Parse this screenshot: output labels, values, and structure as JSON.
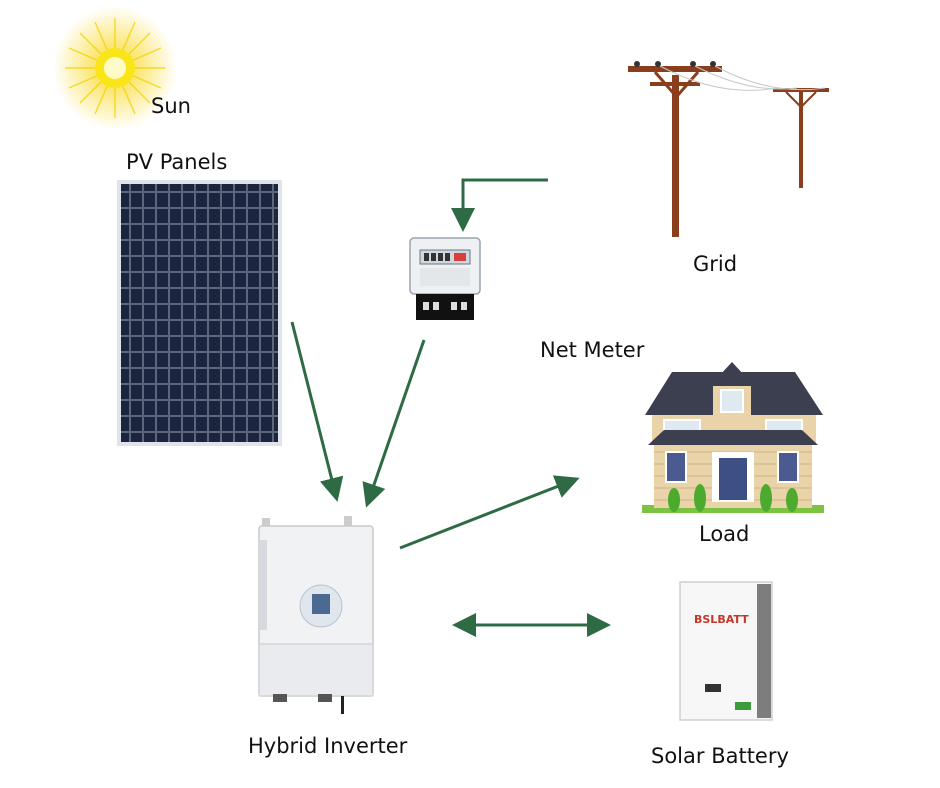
{
  "labels": {
    "sun": "Sun",
    "pv_panels": "PV Panels",
    "grid": "Grid",
    "net_meter": "Net Meter",
    "load": "Load",
    "hybrid_inverter": "Hybrid Inverter",
    "solar_battery": "Solar Battery",
    "battery_brand": "BSLBATT"
  },
  "colors": {
    "arrow": "#2e6b45",
    "panel": "#141b2e",
    "pole": "#8a3e1c",
    "sun": "#f6d200",
    "roof": "#3b3f4f",
    "wall": "#e9d3a8",
    "grass": "#7cc243"
  }
}
